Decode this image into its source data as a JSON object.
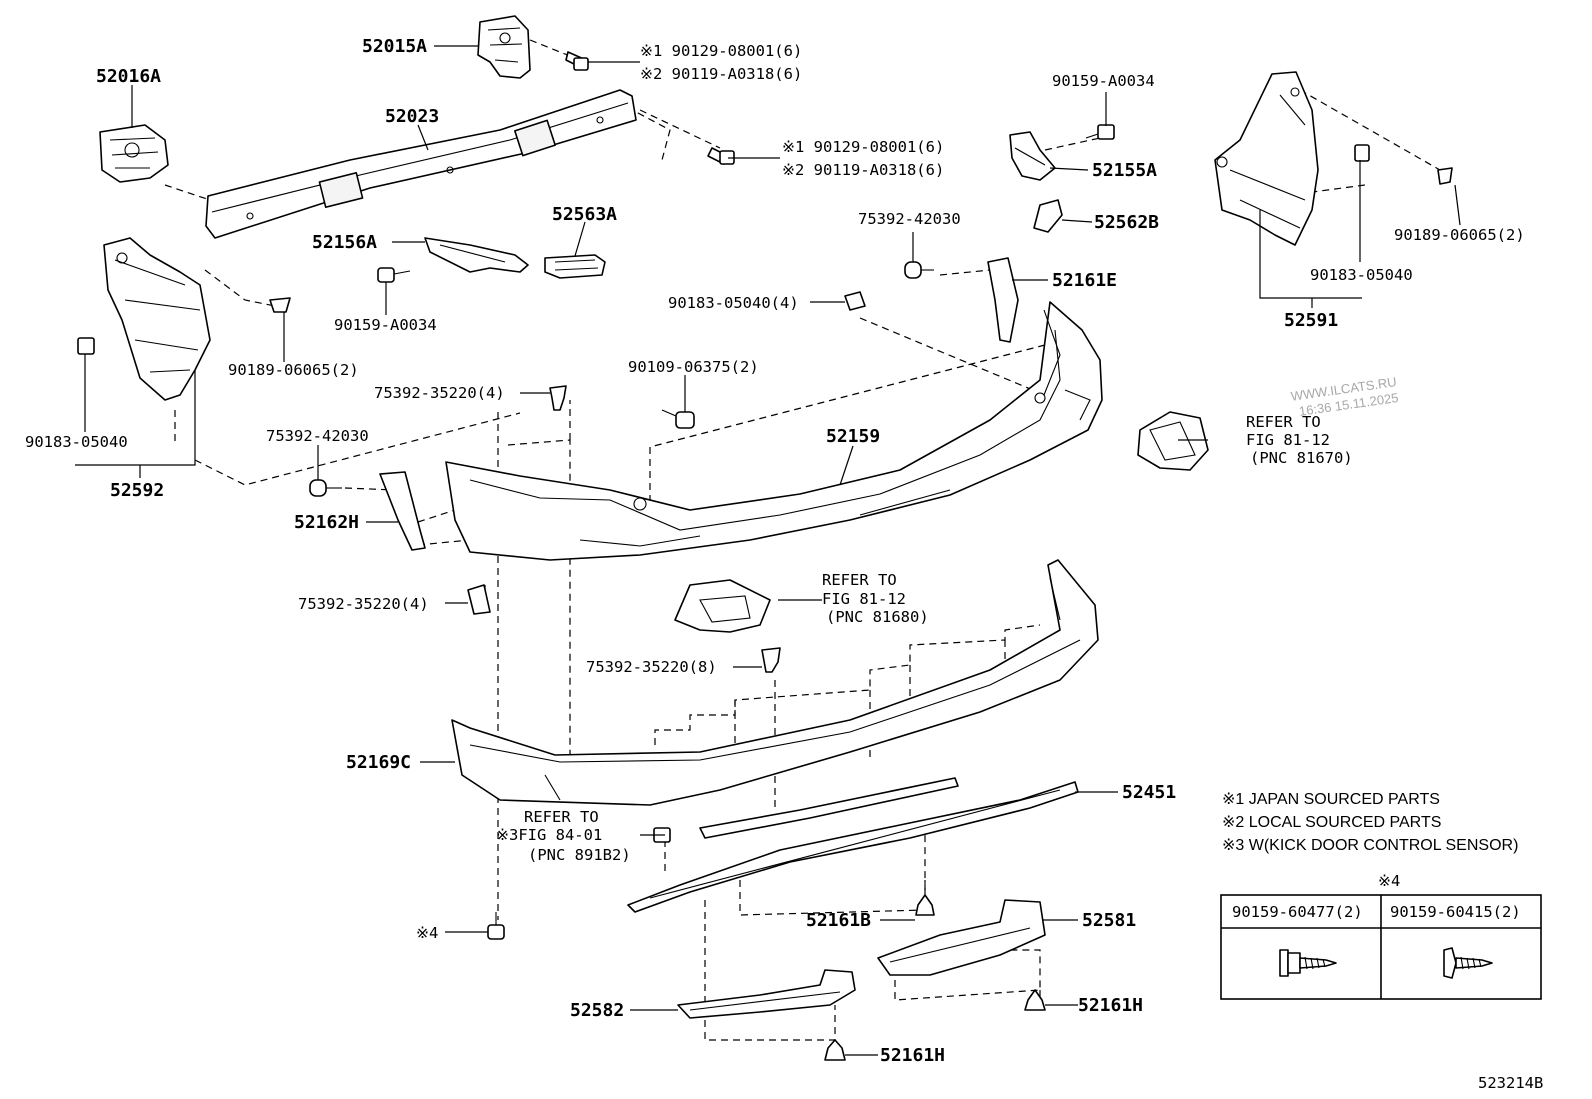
{
  "diagram_id": "523214B",
  "watermark": {
    "site": "WWW.ILCATS.RU",
    "timestamp": "16:36 15.11.2025"
  },
  "labels": {
    "p52015A": "52015A",
    "p52016A": "52016A",
    "p52023": "52023",
    "p52156A": "52156A",
    "p52563A": "52563A",
    "p52155A": "52155A",
    "p52562B": "52562B",
    "p52161E": "52161E",
    "p52591": "52591",
    "p52592": "52592",
    "p52159": "52159",
    "p52162H": "52162H",
    "p52169C": "52169C",
    "p52451": "52451",
    "p52161B": "52161B",
    "p52581": "52581",
    "p52582": "52582",
    "p52161H_a": "52161H",
    "p52161H_b": "52161H",
    "bolt_a_1": "※1 90129-08001(6)",
    "bolt_a_2": "※2 90119-A0318(6)",
    "bolt_b_1": "※1 90129-08001(6)",
    "bolt_b_2": "※2 90119-A0318(6)",
    "s90159_A0034_top": "90159-A0034",
    "s90159_A0034_left": "90159-A0034",
    "s90189_06065_left": "90189-06065(2)",
    "s90189_06065_right": "90189-06065(2)",
    "s90183_05040_left": "90183-05040",
    "s90183_05040_right": "90183-05040",
    "s90183_05040_mid": "90183-05040(4)",
    "s75392_42030_top": "75392-42030",
    "s75392_42030_left": "75392-42030",
    "s75392_35220_a": "75392-35220(4)",
    "s75392_35220_b": "75392-35220(4)",
    "s75392_35220_c": "75392-35220(8)",
    "s90109_06375": "90109-06375(2)",
    "star4": "※4"
  },
  "refers": {
    "r1": {
      "line1": "REFER TO",
      "line2": "FIG 81-12",
      "line3": "(PNC 81670)"
    },
    "r2": {
      "line1": "REFER TO",
      "line2": "FIG 81-12",
      "line3": "(PNC 81680)"
    },
    "r3": {
      "line1": "REFER TO",
      "line2": "※3FIG 84-01",
      "line3": "(PNC 891B2)"
    }
  },
  "notes": [
    "※1 JAPAN SOURCED PARTS",
    "※2 LOCAL SOURCED PARTS",
    "※3 W(KICK DOOR CONTROL SENSOR)"
  ],
  "fastener_table": {
    "title": "※4",
    "col1": "90159-60477(2)",
    "col2": "90159-60415(2)"
  }
}
